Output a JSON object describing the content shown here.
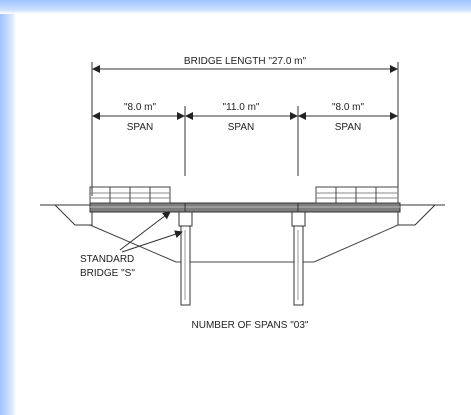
{
  "diagram": {
    "bridge_length_label": "BRIDGE LENGTH  \"27.0 m\"",
    "spans": [
      {
        "length_label": "\"8.0 m\"",
        "span_label": "SPAN"
      },
      {
        "length_label": "\"11.0 m\"",
        "span_label": "SPAN"
      },
      {
        "length_label": "\"8.0 m\"",
        "span_label": "SPAN"
      }
    ],
    "standard_label_line1": "STANDARD",
    "standard_label_line2": "BRIDGE \"S\"",
    "number_of_spans_label": "NUMBER OF SPANS \"03\""
  }
}
